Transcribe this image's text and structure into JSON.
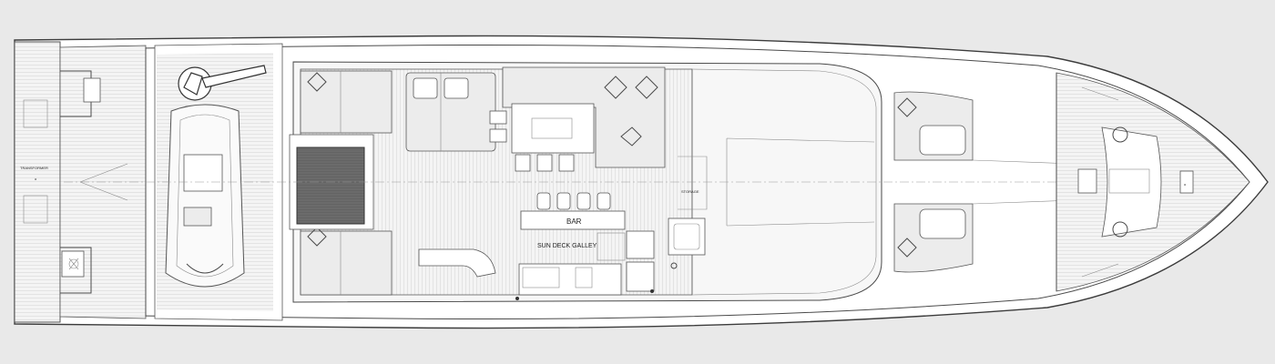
{
  "labels": {
    "transformer": "TRANSFORMER",
    "bar": "BAR",
    "sun_deck_galley": "SUN DECK GALLEY",
    "storage": "STORAGE"
  }
}
